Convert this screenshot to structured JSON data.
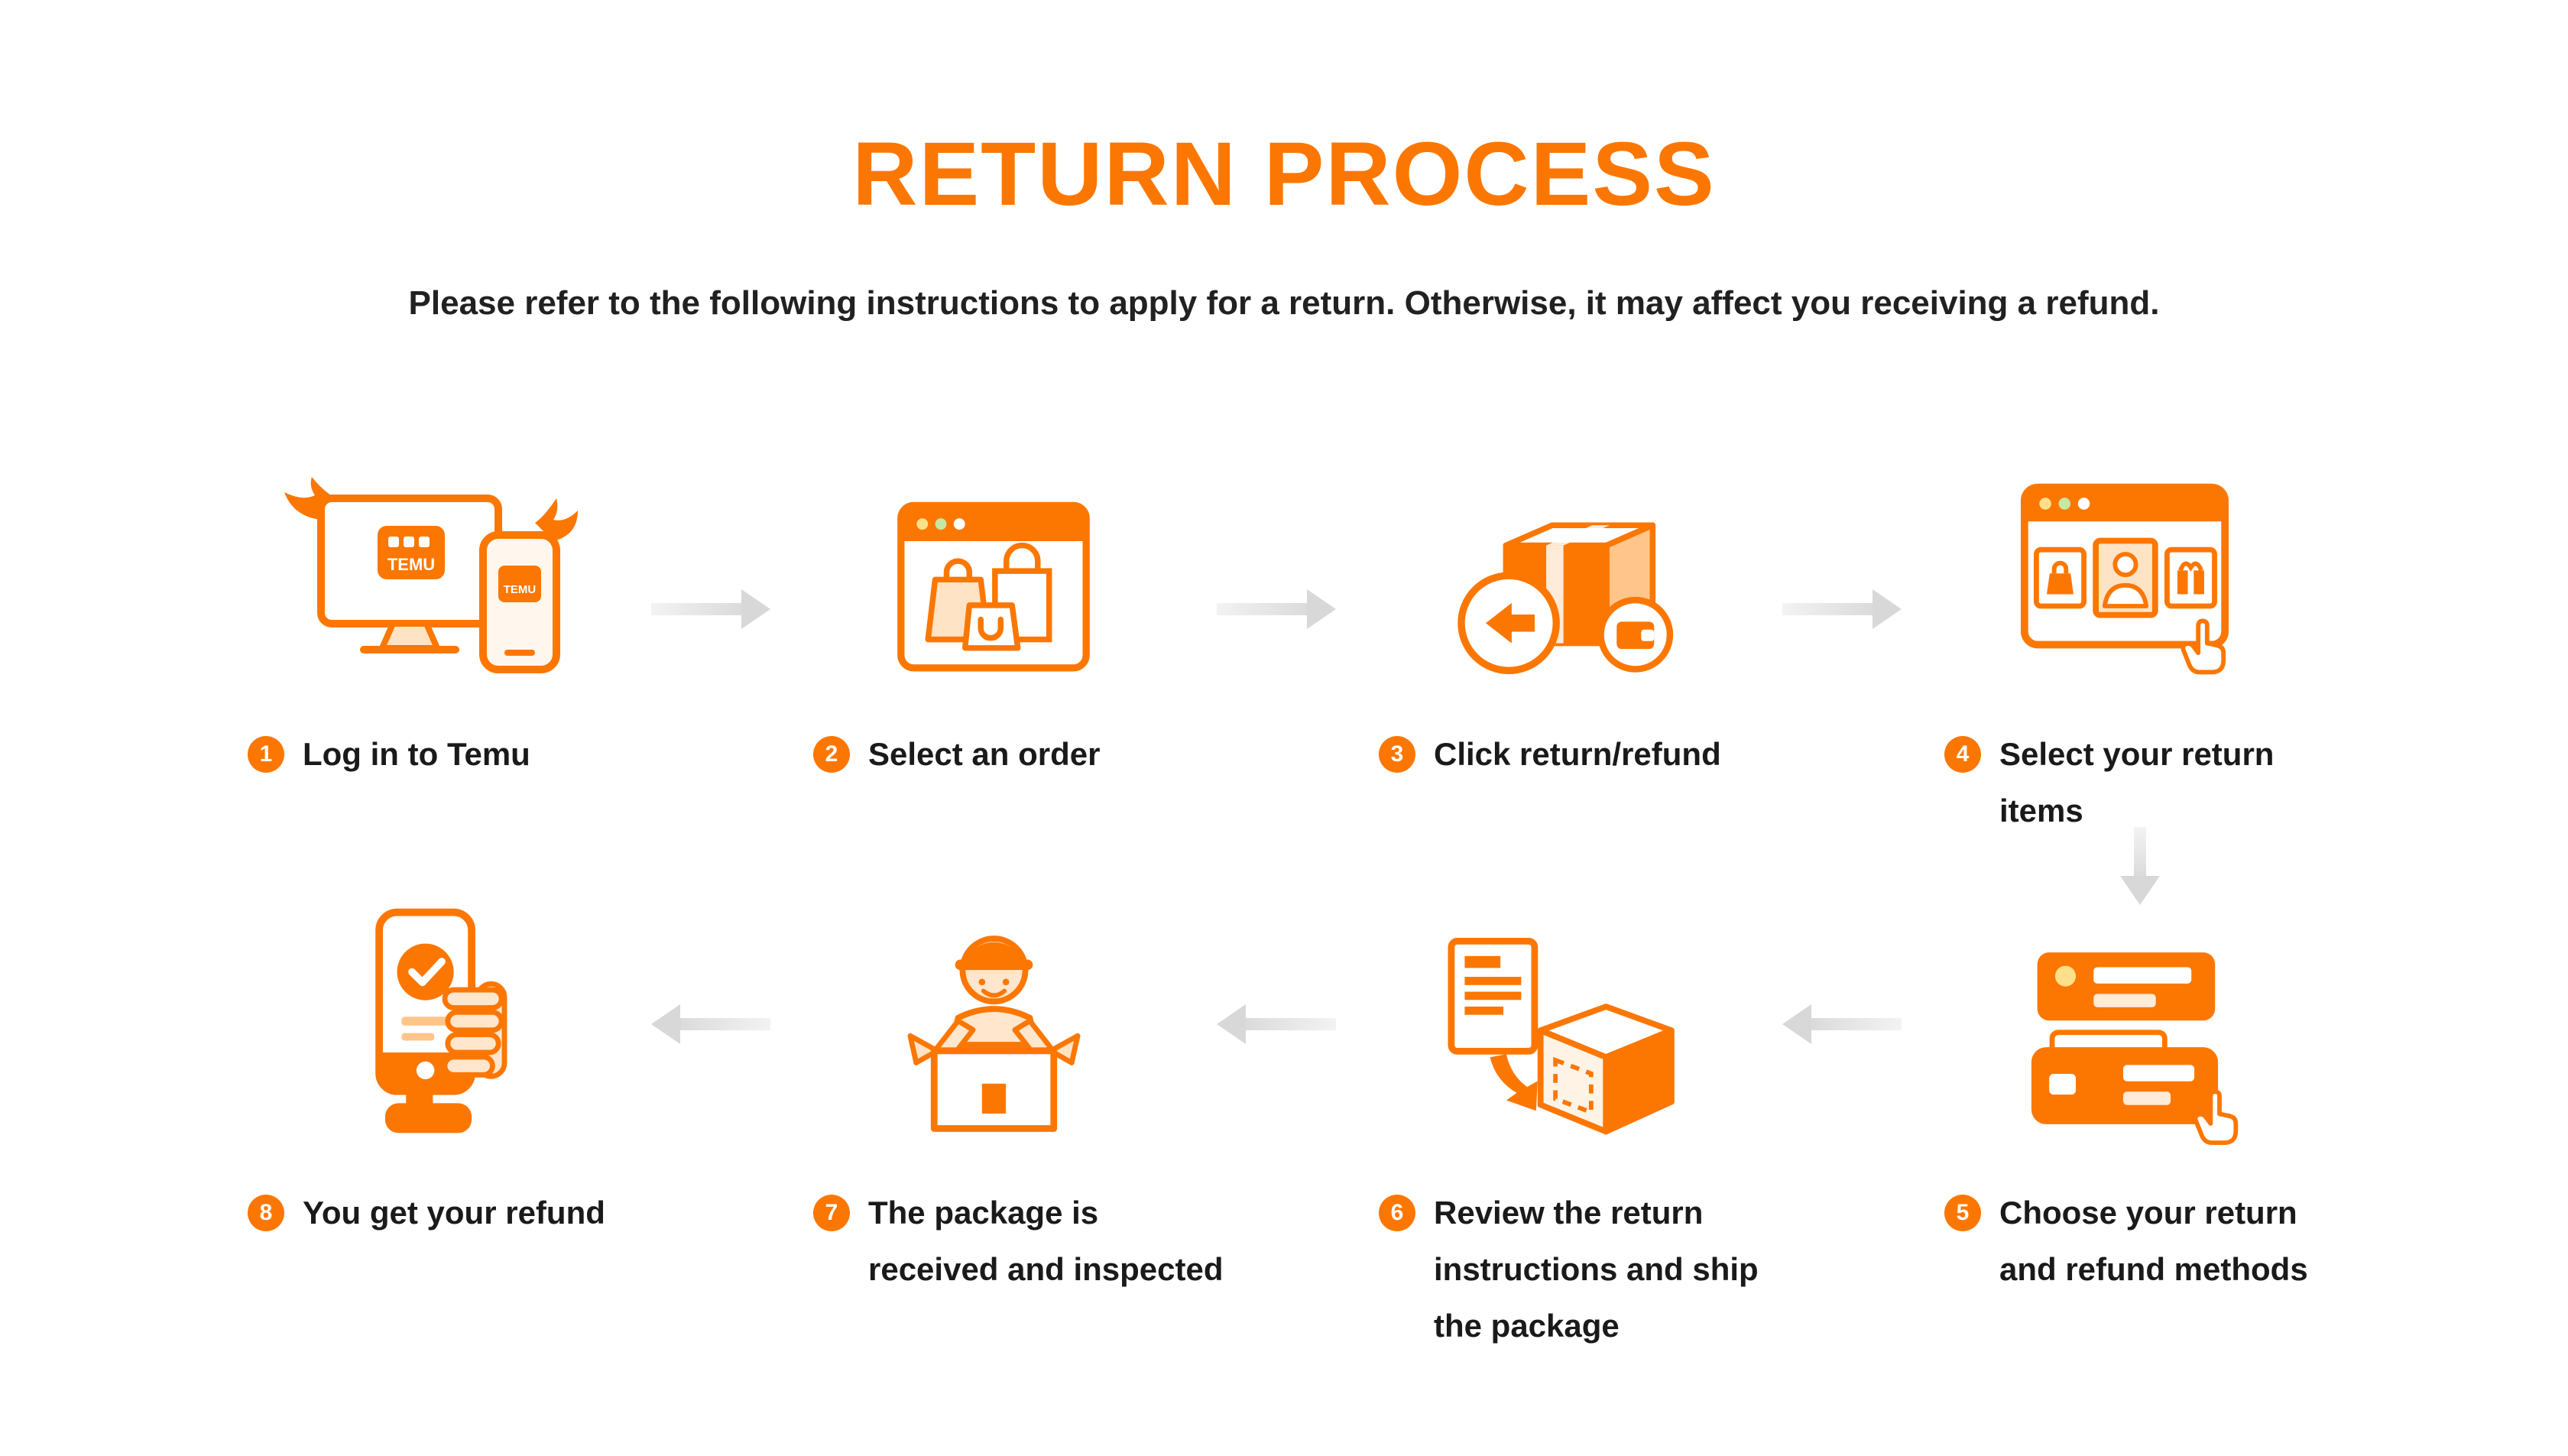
{
  "page": {
    "title": "RETURN PROCESS",
    "subtitle": "Please refer to the following instructions to apply for a return. Otherwise, it may affect you receiving a refund."
  },
  "brand": {
    "logo_text": "TEMU"
  },
  "colors": {
    "accent": "#FB7701",
    "accent_light": "#FFE3C4",
    "text": "#1A1A1A",
    "arrow_gray": "#D8D8D8"
  },
  "steps": [
    {
      "number": "1",
      "label": "Log in to Temu",
      "lines": [
        "Log in to Temu"
      ],
      "icon": "desktop-and-phone-temu-login-icon"
    },
    {
      "number": "2",
      "label": "Select an order",
      "lines": [
        "Select an order"
      ],
      "icon": "browser-shopping-bags-icon"
    },
    {
      "number": "3",
      "label": "Click return/refund",
      "lines": [
        "Click return/refund"
      ],
      "icon": "package-return-wallet-icon"
    },
    {
      "number": "4",
      "label": "Select your return items",
      "lines": [
        "Select your return",
        "items"
      ],
      "icon": "browser-select-items-cursor-icon"
    },
    {
      "number": "5",
      "label": "Choose your return and refund methods",
      "lines": [
        "Choose your return",
        "and refund methods"
      ],
      "icon": "card-wallet-cursor-icon"
    },
    {
      "number": "6",
      "label": "Review the return instructions and ship the package",
      "lines": [
        "Review the return",
        "instructions and ship",
        "the package"
      ],
      "icon": "instructions-into-package-icon"
    },
    {
      "number": "7",
      "label": "The package is received and inspected",
      "lines": [
        "The package is",
        "received and inspected"
      ],
      "icon": "worker-inspect-package-icon"
    },
    {
      "number": "8",
      "label": "You get your refund",
      "lines": [
        "You get your refund"
      ],
      "icon": "hand-phone-refund-check-icon"
    }
  ]
}
